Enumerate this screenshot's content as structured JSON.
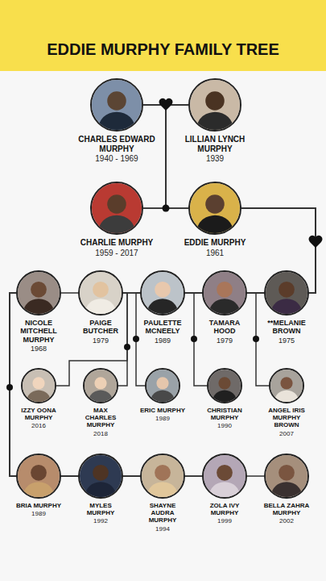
{
  "diagram": {
    "title": "EDDIE MURPHY FAMILY TREE",
    "nodes": [
      {
        "text": [
          "CHARLES EDWARD MURPHY",
          "1940 - 1969"
        ]
      },
      {
        "text": [
          "LILLIAN LYNCH MURPHY",
          "1939"
        ]
      },
      {
        "text": [
          "CHARLIE MURPHY",
          "1959 - 2017"
        ]
      },
      {
        "text": [
          "EDDIE MURPHY",
          "1961"
        ]
      },
      {
        "text": [
          "NICOLE MITCHELL MURPHY",
          "1968"
        ]
      },
      {
        "text": [
          "PAIGE BUTCHER",
          "1979"
        ]
      },
      {
        "text": [
          "PAULETTE MCNEELY",
          "1989"
        ]
      },
      {
        "text": [
          "TAMARA HOOD",
          "1979"
        ]
      },
      {
        "text": [
          "**MELANIE BROWN",
          "1975"
        ]
      },
      {
        "text": [
          "IZZY OONA MURPHY",
          "2016"
        ]
      },
      {
        "text": [
          "MAX CHARLES MURPHY",
          "2018"
        ]
      },
      {
        "text": [
          "ERIC MURPHY",
          "1989"
        ]
      },
      {
        "text": [
          "CHRISTIAN MURPHY",
          "1990"
        ]
      },
      {
        "text": [
          "ANGEL IRIS MURPHY BROWN",
          "2007"
        ]
      },
      {
        "text": [
          "BRIA MURPHY",
          "1989"
        ]
      },
      {
        "text": [
          "MYLES MURPHY",
          "1992"
        ]
      },
      {
        "text": [
          "SHAYNE AUDRA MURPHY",
          "1994"
        ]
      },
      {
        "text": [
          "ZOLA IVY MURPHY",
          "1999"
        ]
      },
      {
        "text": [
          "BELLA ZAHRA MURPHY",
          "2002"
        ]
      }
    ],
    "edges": [
      {
        "from": 0,
        "to": 1,
        "arrow": "none"
      },
      {
        "from": 0,
        "to": 2,
        "arrow": "none"
      },
      {
        "from": 0,
        "to": 3,
        "arrow": "none"
      },
      {
        "from": 1,
        "to": 2,
        "arrow": "none"
      },
      {
        "from": 1,
        "to": 3,
        "arrow": "none"
      },
      {
        "from": 3,
        "to": 4,
        "arrow": "none"
      },
      {
        "from": 3,
        "to": 5,
        "arrow": "none"
      },
      {
        "from": 3,
        "to": 6,
        "arrow": "none"
      },
      {
        "from": 3,
        "to": 7,
        "arrow": "none"
      },
      {
        "from": 3,
        "to": 8,
        "arrow": "none"
      },
      {
        "from": 5,
        "to": 9,
        "arrow": "none"
      },
      {
        "from": 5,
        "to": 10,
        "arrow": "none"
      },
      {
        "from": 6,
        "to": 11,
        "arrow": "none"
      },
      {
        "from": 7,
        "to": 12,
        "arrow": "none"
      },
      {
        "from": 8,
        "to": 13,
        "arrow": "none"
      },
      {
        "from": 4,
        "to": 14,
        "arrow": "none"
      },
      {
        "from": 4,
        "to": 15,
        "arrow": "none"
      },
      {
        "from": 4,
        "to": 16,
        "arrow": "none"
      },
      {
        "from": 4,
        "to": 17,
        "arrow": "none"
      },
      {
        "from": 4,
        "to": 18,
        "arrow": "none"
      }
    ]
  }
}
